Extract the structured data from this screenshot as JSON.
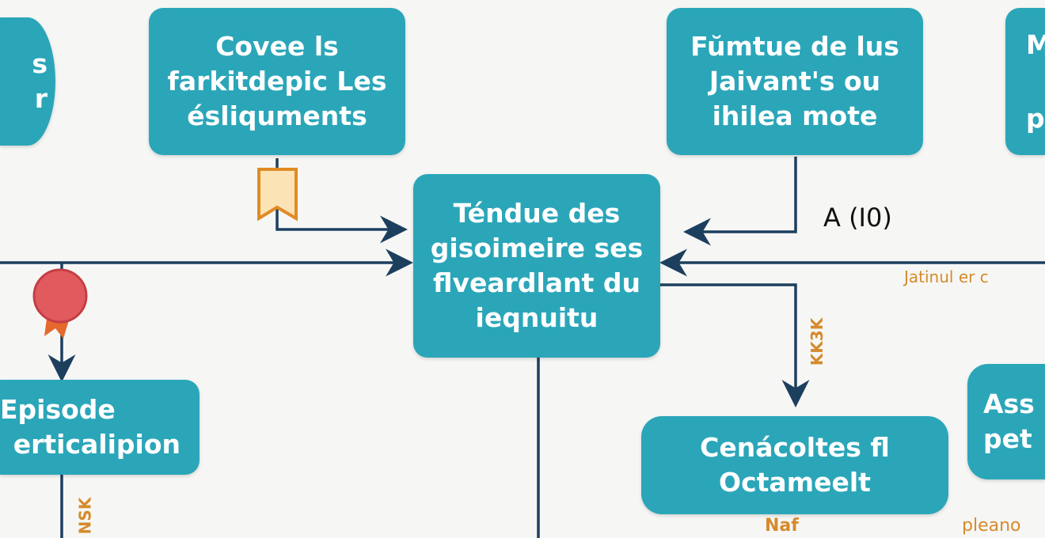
{
  "nodes": {
    "left_ellipse": [
      "s",
      "r"
    ],
    "top_left": [
      "Covee ls",
      "farkitdepic Les",
      "ésliquments"
    ],
    "top_right": [
      "Fŭmtue de lus",
      "Jaivant's ou",
      "ihilea mote"
    ],
    "top_far_right": [
      "M",
      "p"
    ],
    "center": [
      "Téndue des",
      "gisoimeire ses",
      "flveardlant du",
      "ieqnuitu"
    ],
    "episode": [
      "Episode",
      "erticalipion"
    ],
    "bottom_right": [
      "Cenácoltes fl",
      "Octameelt"
    ],
    "far_right": [
      "Ass",
      "pet"
    ]
  },
  "labels": {
    "a10": "A (I0)",
    "jatinul": "Jatinul er c",
    "kk": "KK3K",
    "nsk": "NSK",
    "naf": "Naf",
    "pleano": "pleano"
  },
  "colors": {
    "node": "#2ba6b9",
    "line": "#1d3f5e",
    "accent": "#d68a2c"
  }
}
